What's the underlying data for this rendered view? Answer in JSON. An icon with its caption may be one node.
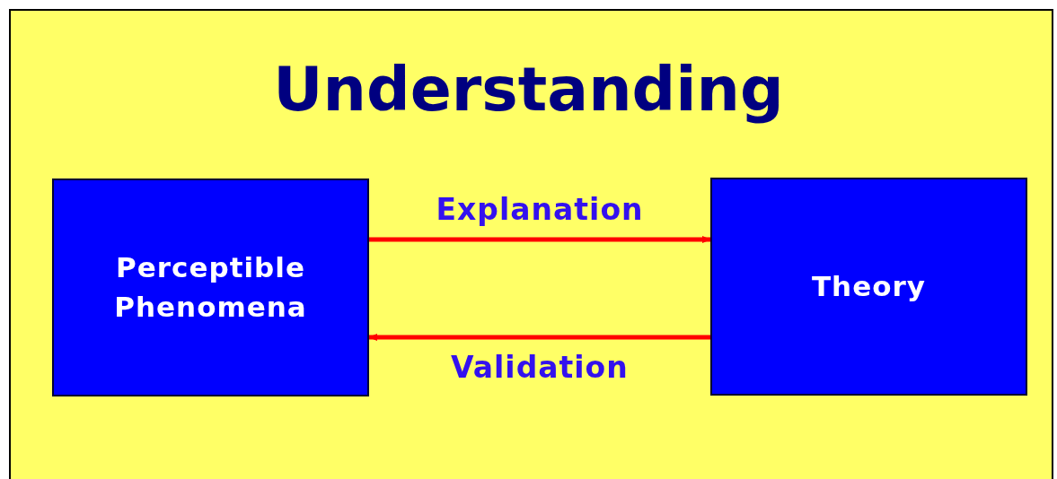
{
  "diagram": {
    "title": "Understanding",
    "nodes": [
      {
        "text": [
          "Perceptible Phenomena"
        ]
      },
      {
        "text": [
          "Theory"
        ]
      }
    ],
    "edges": [
      {
        "from": 0,
        "to": 1,
        "arrow": "to",
        "label": "Explanation"
      },
      {
        "from": 1,
        "to": 0,
        "arrow": "to",
        "label": "Validation"
      }
    ]
  }
}
